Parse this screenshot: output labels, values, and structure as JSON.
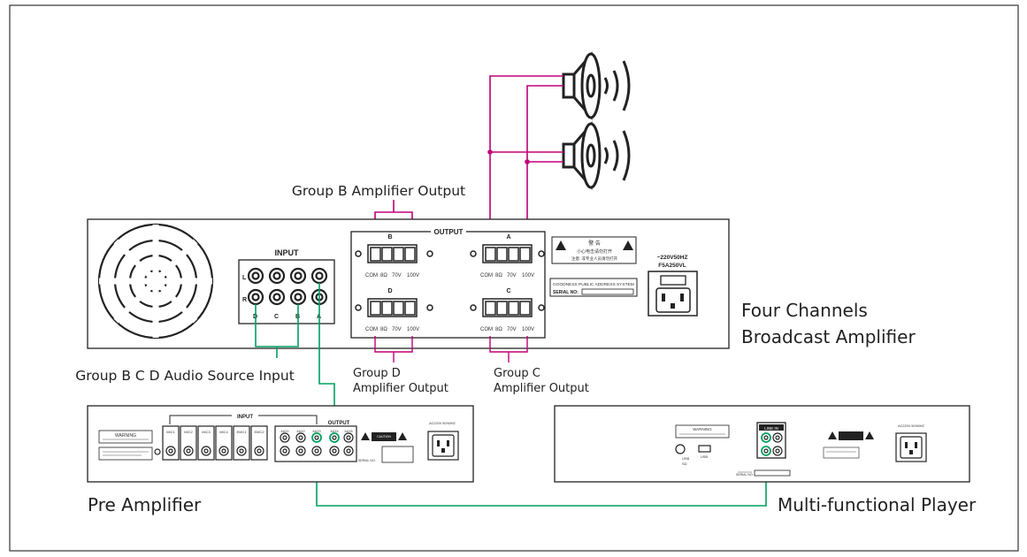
{
  "labels": {
    "group_b_out": "Group B Amplifier Output",
    "four_channels_line1": "Four Channels",
    "four_channels_line2": "Broadcast Amplifier",
    "group_bcd_input": "Group B C D Audio Source Input",
    "group_d_line1": "Group D",
    "group_d_line2": "Amplifier Output",
    "group_c_line1": "Group C",
    "group_c_line2": "Amplifier Output",
    "pre_amplifier": "Pre Amplifier",
    "player": "Multi-functional Player"
  },
  "amplifier": {
    "input_title": "INPUT",
    "output_title": "OUTPUT",
    "row_l": "L",
    "row_r": "R",
    "input_cols": [
      "D",
      "C",
      "B",
      "A"
    ],
    "ch_b": "B",
    "ch_a": "A",
    "ch_d": "D",
    "ch_c": "C",
    "terminals": [
      "COM",
      "8Ω",
      "70V",
      "100V"
    ],
    "power_line1": "~220V50HZ",
    "power_line2": "F5A250VL",
    "warning_title": "警   告",
    "warning_line1": "小心电击请勿打开",
    "warning_line2": "注意: 非专业人员请勿打开",
    "system_name": "GOODNESS PUBLIC ADDRESS SYSTEM",
    "serial_label": "SERIAL NO:"
  },
  "preamp": {
    "input_title": "INPUT",
    "output_title": "OUTPUT",
    "warning_title": "WARNING",
    "caution_title": "CAUTION",
    "mic_labels": [
      "MIC1",
      "MIC2",
      "MIC3",
      "MIC4",
      "EMC1",
      "EMC2"
    ],
    "out_labels": [
      "AUX1",
      "AUX2",
      "AUX3",
      "AUX4",
      "AUX5"
    ],
    "serial_label": "SERIAL NO:",
    "power_label": "AC220V 50/60HZ"
  },
  "player": {
    "line_in": "LINE IN",
    "warning_title": "WARNING",
    "usb_label": "USB",
    "sd_label": "SD",
    "serial_label": "SERIAL NO:",
    "power_label": "AC220V 50/60HZ"
  },
  "colors": {
    "speaker_wire": "#c0007a",
    "audio_wire": "#00a060",
    "outline": "#222222"
  }
}
